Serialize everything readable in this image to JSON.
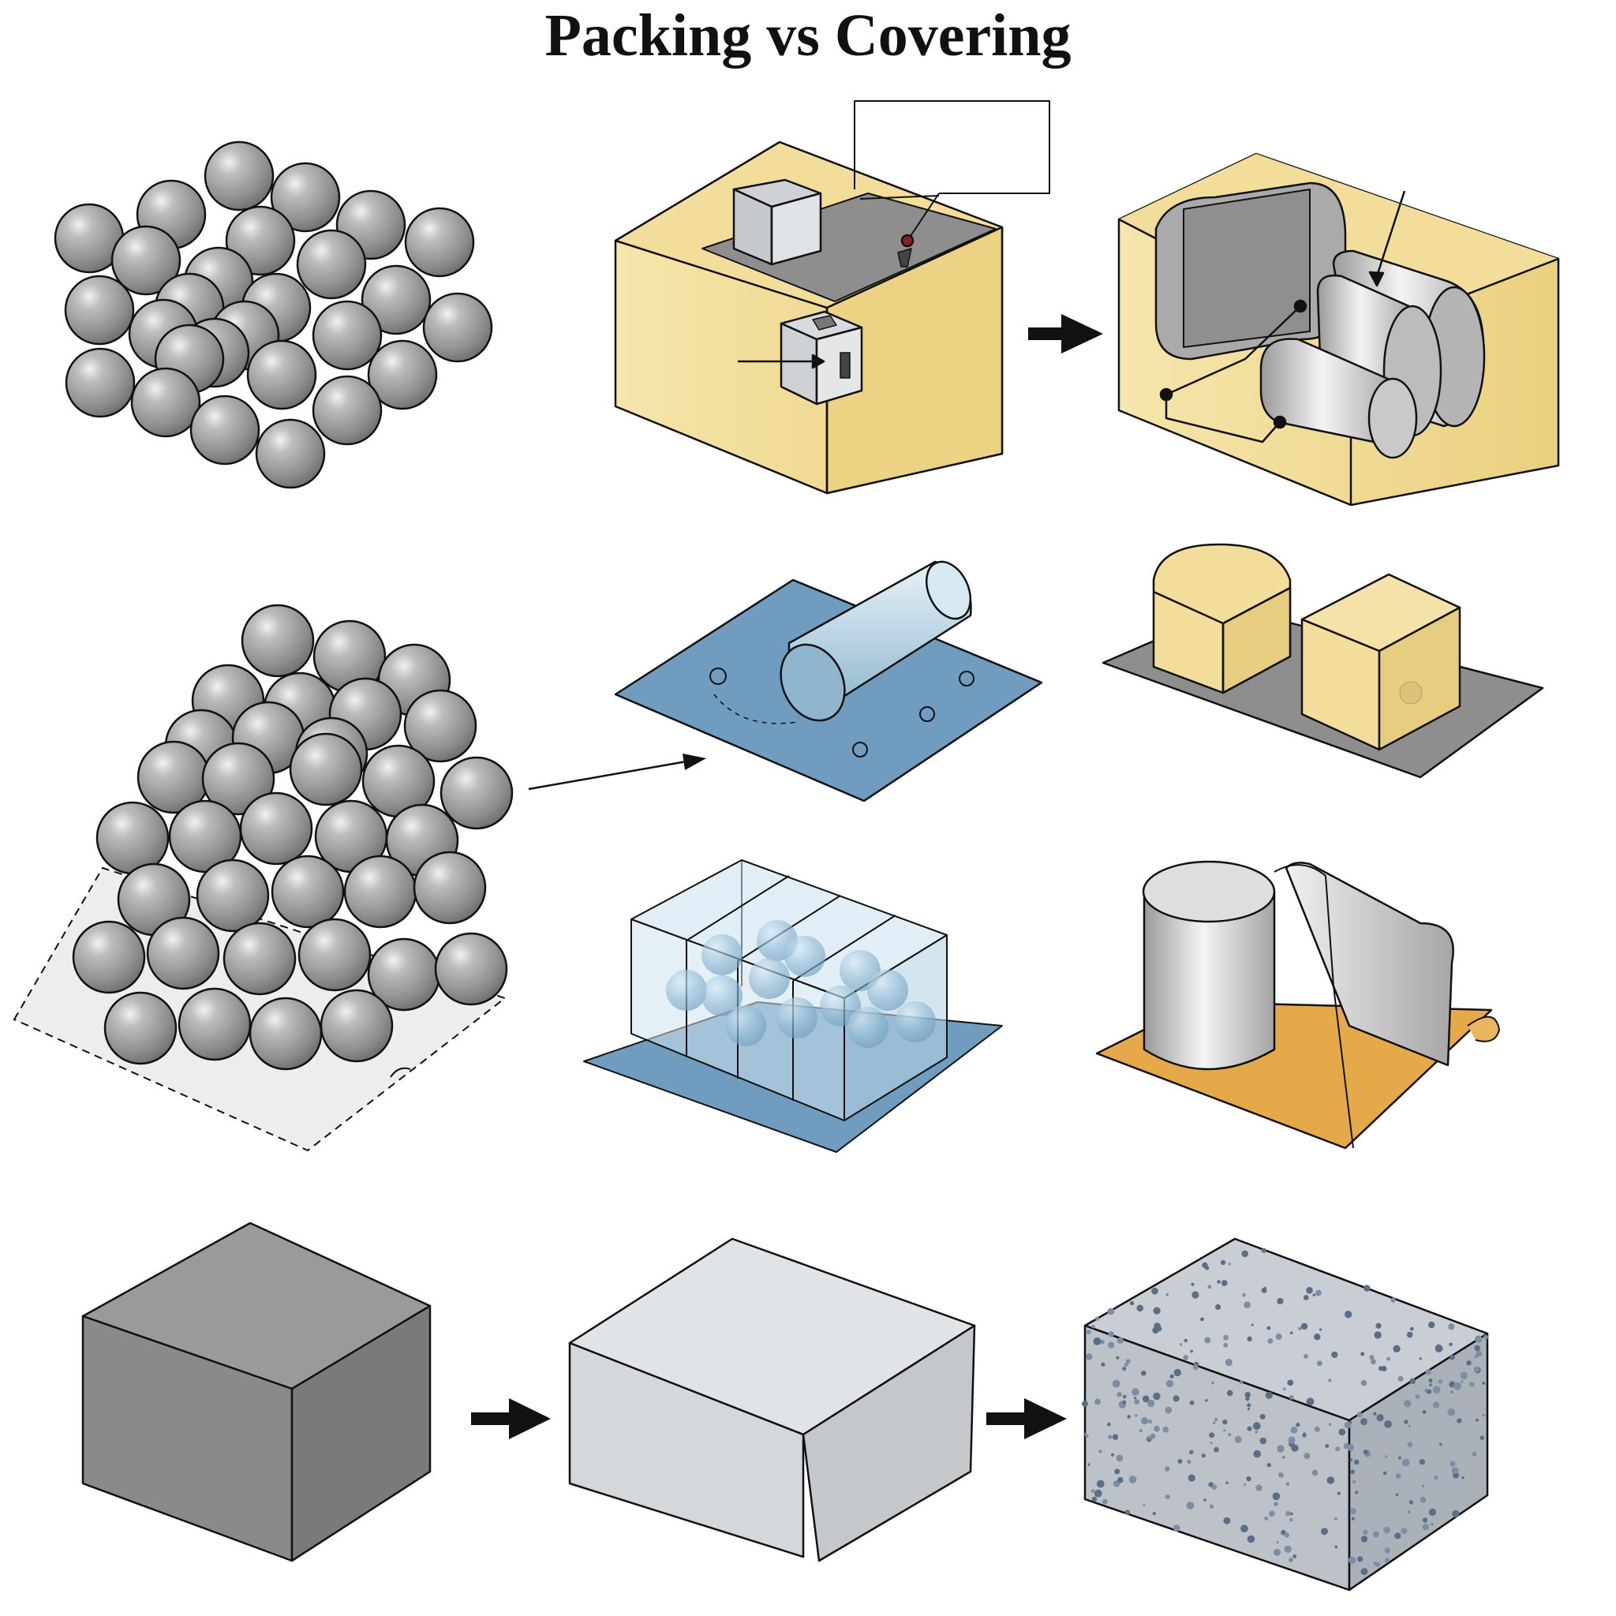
{
  "title": "Packing vs Covering",
  "colors": {
    "sphere": "#8e8e8e",
    "sphere_highlight": "#dcdcdc",
    "sand": "#f2dfa0",
    "sand_dark": "#e5cd85",
    "slate": "#8a8a8a",
    "blue_sheet": "#6f9cbf",
    "glass": "#cfe3ee",
    "orange_sheet": "#e6a94a",
    "cube_dark": "#8a8a8a",
    "cube_light": "#d8dcdf",
    "foam": "#b9c0c8",
    "ink": "#111111"
  },
  "panels": [
    {
      "name": "sphere-cluster-flat"
    },
    {
      "name": "sand-block-with-cubes"
    },
    {
      "name": "sand-block-with-cylinders"
    },
    {
      "name": "sphere-pile-3d"
    },
    {
      "name": "blue-sheet-with-cylinder"
    },
    {
      "name": "gray-base-with-yellow-cubes"
    },
    {
      "name": "glass-compartments-with-spheres"
    },
    {
      "name": "cylinder-and-curled-sheet"
    },
    {
      "name": "solid-dark-box"
    },
    {
      "name": "solid-light-box"
    },
    {
      "name": "porous-foam-box"
    }
  ],
  "arrows": [
    {
      "name": "arrow-row1"
    },
    {
      "name": "arrow-pile-to-sheet"
    },
    {
      "name": "arrow-row4-a"
    },
    {
      "name": "arrow-row4-b"
    }
  ]
}
